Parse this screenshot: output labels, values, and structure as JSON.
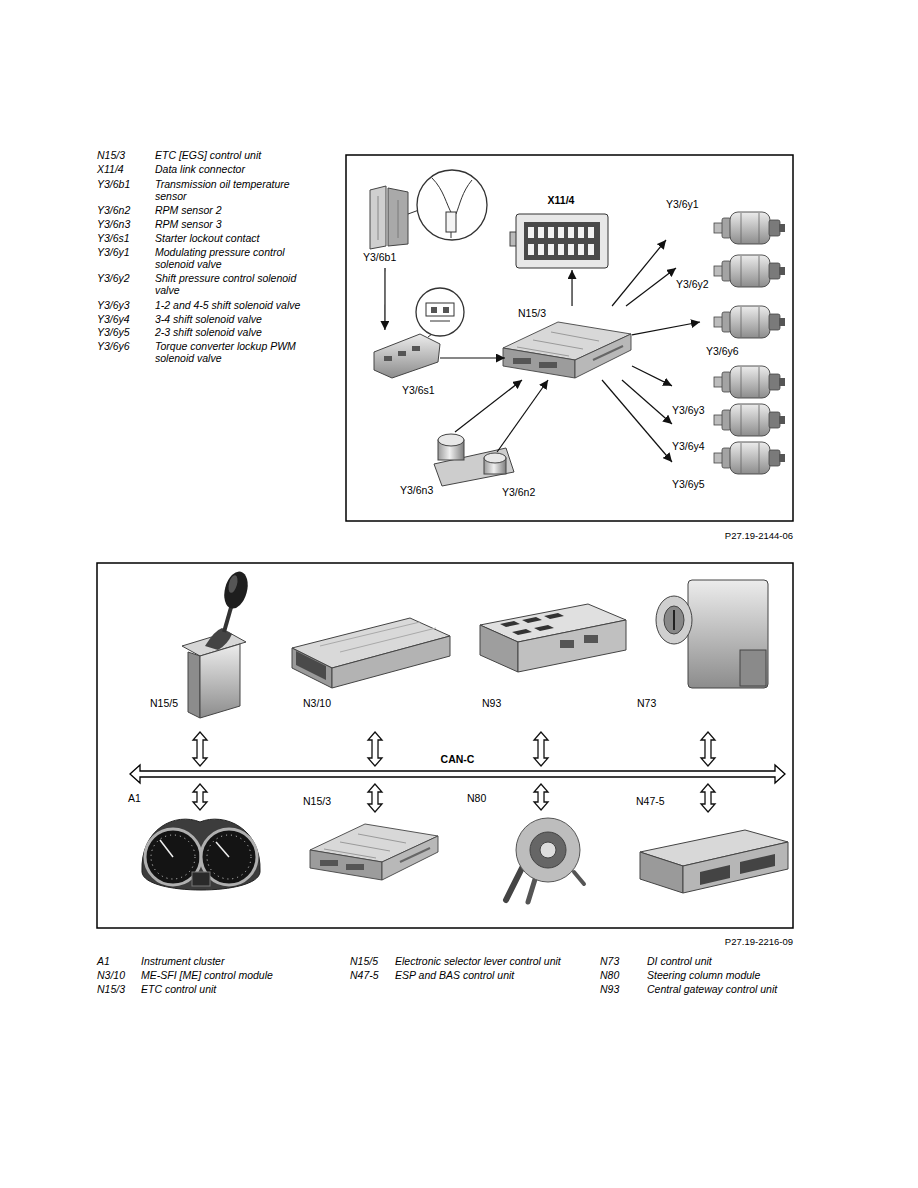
{
  "diagram": {
    "nodes": [
      {
        "text": [
          "Y3/6b1"
        ]
      },
      {
        "text": [
          "X11/4"
        ]
      },
      {
        "text": [
          "N15/3"
        ]
      },
      {
        "text": [
          "Y3/6y1"
        ]
      },
      {
        "text": [
          "Y3/6y2"
        ]
      },
      {
        "text": [
          "Y3/6y6"
        ]
      },
      {
        "text": [
          "Y3/6s1"
        ]
      },
      {
        "text": [
          "Y3/6y3"
        ]
      },
      {
        "text": [
          "Y3/6y4"
        ]
      },
      {
        "text": [
          "Y3/6y5"
        ]
      },
      {
        "text": [
          "Y3/6n3"
        ]
      },
      {
        "text": [
          "Y3/6n2"
        ]
      },
      {
        "text": [
          "N15/5"
        ]
      },
      {
        "text": [
          "N3/10"
        ]
      },
      {
        "text": [
          "N93"
        ]
      },
      {
        "text": [
          "N73"
        ]
      },
      {
        "text": [
          "CAN-C"
        ]
      },
      {
        "text": [
          "A1"
        ]
      },
      {
        "text": [
          "N15/3"
        ]
      },
      {
        "text": [
          "N80"
        ]
      },
      {
        "text": [
          "N47-5"
        ]
      }
    ],
    "edges": [
      {
        "from": 0,
        "to": 6,
        "arrow": "to"
      },
      {
        "from": 6,
        "to": 2,
        "arrow": "to"
      },
      {
        "from": 10,
        "to": 2,
        "arrow": "to"
      },
      {
        "from": 11,
        "to": 2,
        "arrow": "to"
      },
      {
        "from": 2,
        "to": 1,
        "arrow": "to"
      },
      {
        "from": 2,
        "to": 3,
        "arrow": "to"
      },
      {
        "from": 2,
        "to": 4,
        "arrow": "to"
      },
      {
        "from": 2,
        "to": 5,
        "arrow": "to"
      },
      {
        "from": 2,
        "to": 7,
        "arrow": "to"
      },
      {
        "from": 2,
        "to": 8,
        "arrow": "to"
      },
      {
        "from": 2,
        "to": 9,
        "arrow": "to"
      },
      {
        "from": 12,
        "to": 16,
        "arrow": "both"
      },
      {
        "from": 13,
        "to": 16,
        "arrow": "both"
      },
      {
        "from": 14,
        "to": 16,
        "arrow": "both"
      },
      {
        "from": 15,
        "to": 16,
        "arrow": "both"
      },
      {
        "from": 16,
        "to": 17,
        "arrow": "both"
      },
      {
        "from": 16,
        "to": 18,
        "arrow": "both"
      },
      {
        "from": 16,
        "to": 19,
        "arrow": "both"
      },
      {
        "from": 16,
        "to": 20,
        "arrow": "both"
      }
    ],
    "labels": [
      "N15/3",
      "ETC [EGS] control unit",
      "X11/4",
      "Data link connector",
      "Y3/6b1",
      "Transmission oil temperature sensor",
      "Y3/6n2",
      "RPM sensor 2",
      "Y3/6n3",
      "RPM sensor 3",
      "Y3/6s1",
      "Starter lockout contact",
      "Y3/6y1",
      "Modulating pressure control solenoid valve",
      "Y3/6y2",
      "Shift pressure control solenoid valve",
      "Y3/6y3",
      "1-2 and 4-5 shift solenoid valve",
      "Y3/6y4",
      "3-4 shift solenoid valve",
      "Y3/6y5",
      "2-3 shift solenoid valve",
      "Y3/6y6",
      "Torque converter lockup PWM solenoid valve",
      "P27.19-2144-06",
      "P27.19-2216-09",
      "A1",
      "Instrument cluster",
      "N15/5",
      "Electronic selector lever control unit",
      "N73",
      "DI control unit",
      "N3/10",
      "ME-SFI [ME] control module",
      "N47-5",
      "ESP and BAS control unit",
      "N80",
      "Steering column module",
      "N15/3",
      "ETC control unit",
      "N93",
      "Central gateway control unit"
    ]
  }
}
